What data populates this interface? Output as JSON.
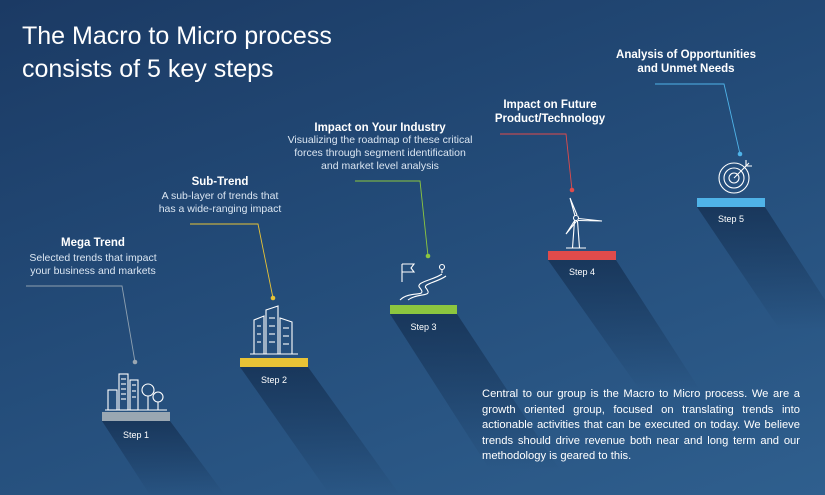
{
  "title": "The Macro to Micro process consists of 5 key steps",
  "colors": {
    "step1": "#9aa7b2",
    "step2": "#e8c336",
    "step3": "#8cc63f",
    "step4": "#e04b4b",
    "step5": "#4fb3e8"
  },
  "steps": [
    {
      "title": "Mega Trend",
      "description": "Selected trends that impact\nyour business and markets",
      "label": "Step 1",
      "icon": "city-trees-icon"
    },
    {
      "title": "Sub-Trend",
      "description": "A sub-layer of trends that\nhas a wide-ranging impact",
      "label": "Step 2",
      "icon": "buildings-icon"
    },
    {
      "title": "Impact on Your Industry",
      "description": "Visualizing the roadmap of these critical\nforces through segment identification\nand market level analysis",
      "label": "Step 3",
      "icon": "roadmap-flag-icon"
    },
    {
      "title": "Impact on Future\nProduct/Technology",
      "description": "",
      "label": "Step 4",
      "icon": "wind-turbine-icon"
    },
    {
      "title": "Analysis of Opportunities\nand Unmet Needs",
      "description": "",
      "label": "Step 5",
      "icon": "target-icon"
    }
  ],
  "intro": "Central to our group is the Macro to Micro process. We are a growth oriented group, focused on translating trends into actionable activities that can be executed on today. We believe trends should drive revenue both near and long term and our methodology is geared to this."
}
